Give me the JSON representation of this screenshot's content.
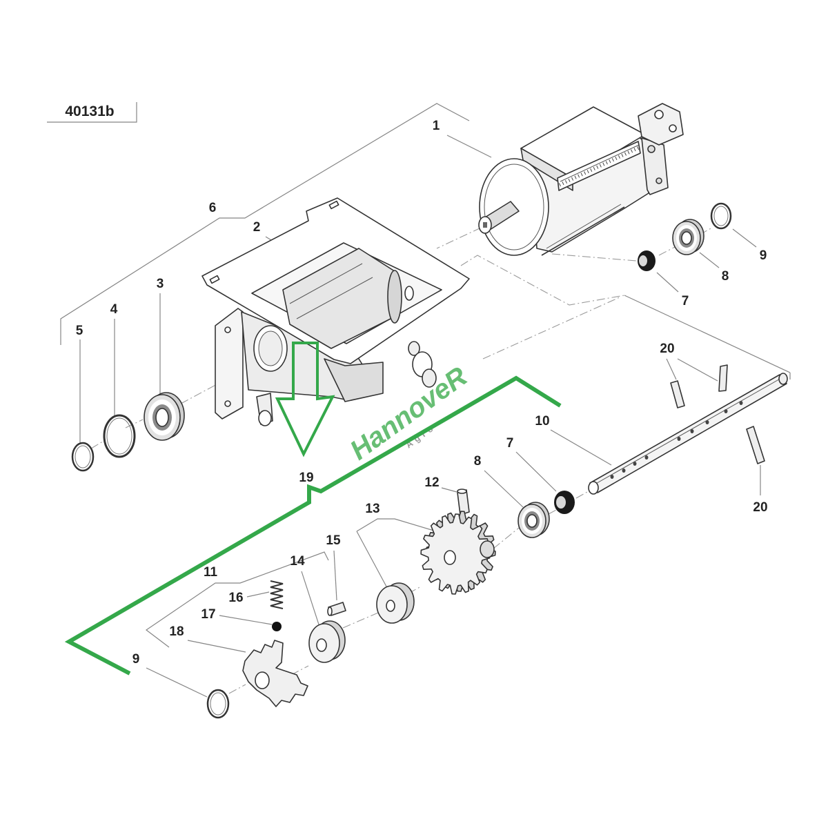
{
  "diagram_id": "40131b",
  "callouts": [
    "1",
    "6",
    "2",
    "3",
    "4",
    "5",
    "9",
    "8",
    "7",
    "20",
    "10",
    "7",
    "8",
    "12",
    "19",
    "20",
    "13",
    "15",
    "14",
    "11",
    "16",
    "17",
    "18",
    "9"
  ],
  "watermark": {
    "brand": "HannoveR",
    "sub": "Agro"
  },
  "colors": {
    "highlight": "#34a84a",
    "leader": "#858585",
    "ink": "#222222"
  }
}
